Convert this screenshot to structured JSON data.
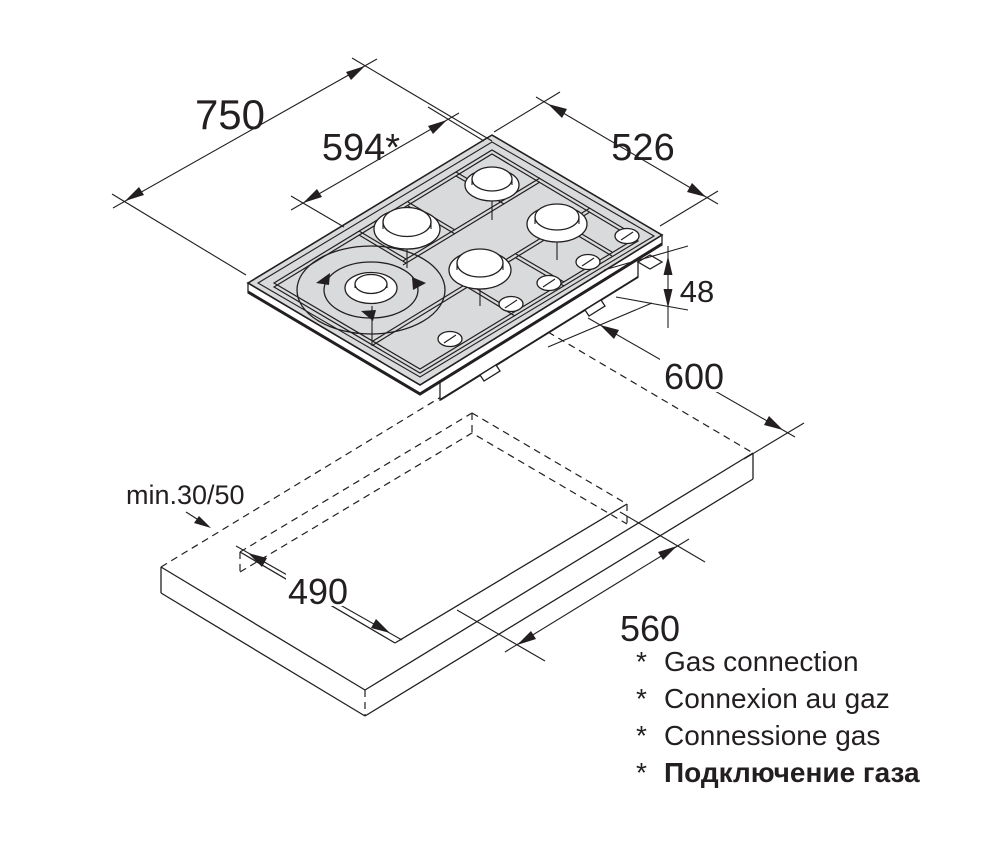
{
  "diagram": {
    "type": "installation-drawing",
    "subject": "built-in gas hob with worktop cutout",
    "dimensions": {
      "overall_width": "750",
      "gas_connection_offset": "594*",
      "overall_depth": "526",
      "built_in_height": "48",
      "worktop_depth": "600",
      "edge_clearance": "min.30/50",
      "cutout_depth": "490",
      "cutout_width": "560"
    },
    "footnotes": [
      {
        "marker": "*",
        "text": "Gas connection"
      },
      {
        "marker": "*",
        "text": "Connexion au gaz"
      },
      {
        "marker": "*",
        "text": "Connessione gas"
      },
      {
        "marker": "*",
        "text": "Подключение газа"
      }
    ],
    "colors": {
      "line": "#231f20",
      "hob_surface": "#d9dadb",
      "background": "#ffffff"
    }
  }
}
